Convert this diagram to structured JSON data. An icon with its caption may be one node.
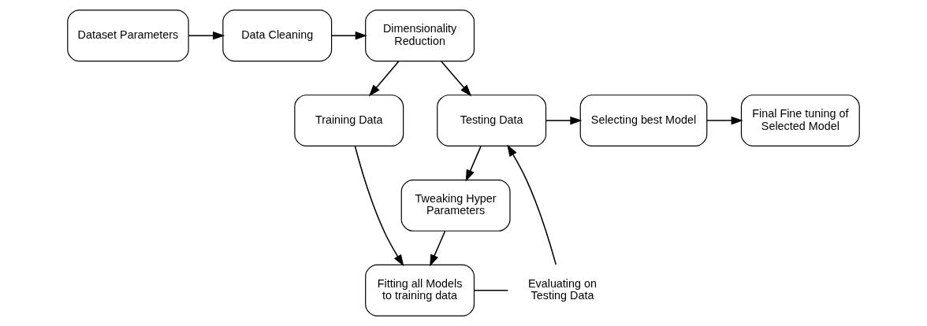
{
  "diagram": {
    "nodes": [
      {
        "text": [
          "Dataset Parameters"
        ]
      },
      {
        "text": [
          "Data Cleaning"
        ]
      },
      {
        "text": [
          "Dimensionality Reduction"
        ]
      },
      {
        "text": [
          "Training Data"
        ]
      },
      {
        "text": [
          "Testing Data"
        ]
      },
      {
        "text": [
          "Selecting best Model"
        ]
      },
      {
        "text": [
          "Final Fine tuning of Selected Model"
        ]
      },
      {
        "text": [
          "Fitting all Models to training data"
        ]
      },
      {
        "text": [
          "Evaluating on Testing Data"
        ]
      },
      {
        "text": [
          "Tweaking Hyper Parameters"
        ]
      }
    ],
    "edges": [
      {
        "from": 0,
        "to": 1,
        "arrow": "to"
      },
      {
        "from": 1,
        "to": 2,
        "arrow": "to"
      },
      {
        "from": 2,
        "to": 3,
        "arrow": "to"
      },
      {
        "from": 2,
        "to": 4,
        "arrow": "to"
      },
      {
        "from": 3,
        "to": 7,
        "arrow": "to"
      },
      {
        "from": 7,
        "to": 8,
        "arrow": "none"
      },
      {
        "from": 8,
        "to": 4,
        "arrow": "to"
      },
      {
        "from": 4,
        "to": 5,
        "arrow": "to"
      },
      {
        "from": 4,
        "to": 9,
        "arrow": "to"
      },
      {
        "from": 5,
        "to": 6,
        "arrow": "to"
      },
      {
        "from": 9,
        "to": 7,
        "arrow": "to"
      }
    ]
  }
}
